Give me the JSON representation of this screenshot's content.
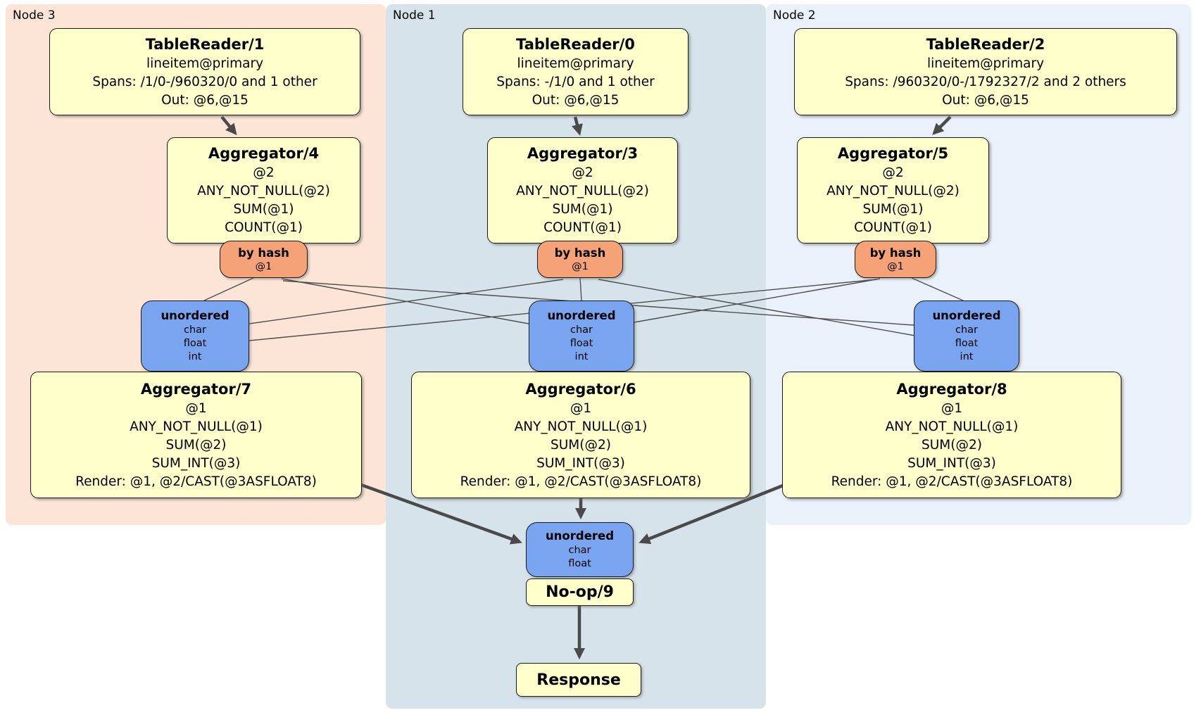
{
  "diagram": {
    "panels": [
      {
        "id": "node3",
        "label": "Node 3",
        "bg": "#fce5d6"
      },
      {
        "id": "node1",
        "label": "Node 1",
        "bg": "#d6e3ea"
      },
      {
        "id": "node2",
        "label": "Node 2",
        "bg": "#eaf1fa"
      }
    ],
    "colors": {
      "processor_box": "#ffffcc",
      "router_box": "#f5a278",
      "sync_box": "#79a4ef",
      "edge": "#4a4a4a"
    },
    "processors": {
      "tr1": {
        "title": "TableReader/1",
        "lines": [
          "lineitem@primary",
          "Spans: /1/0-/960320/0 and 1 other",
          "Out: @6,@15"
        ]
      },
      "tr0": {
        "title": "TableReader/0",
        "lines": [
          "lineitem@primary",
          "Spans: -/1/0 and 1 other",
          "Out: @6,@15"
        ]
      },
      "tr2": {
        "title": "TableReader/2",
        "lines": [
          "lineitem@primary",
          "Spans: /960320/0-/1792327/2 and 2 others",
          "Out: @6,@15"
        ]
      },
      "agg4": {
        "title": "Aggregator/4",
        "lines": [
          "@2",
          "ANY_NOT_NULL(@2)",
          "SUM(@1)",
          "COUNT(@1)"
        ]
      },
      "agg3": {
        "title": "Aggregator/3",
        "lines": [
          "@2",
          "ANY_NOT_NULL(@2)",
          "SUM(@1)",
          "COUNT(@1)"
        ]
      },
      "agg5": {
        "title": "Aggregator/5",
        "lines": [
          "@2",
          "ANY_NOT_NULL(@2)",
          "SUM(@1)",
          "COUNT(@1)"
        ]
      },
      "agg7": {
        "title": "Aggregator/7",
        "lines": [
          "@1",
          "ANY_NOT_NULL(@1)",
          "SUM(@2)",
          "SUM_INT(@3)",
          "Render: @1, @2/CAST(@3ASFLOAT8)"
        ]
      },
      "agg6": {
        "title": "Aggregator/6",
        "lines": [
          "@1",
          "ANY_NOT_NULL(@1)",
          "SUM(@2)",
          "SUM_INT(@3)",
          "Render: @1, @2/CAST(@3ASFLOAT8)"
        ]
      },
      "agg8": {
        "title": "Aggregator/8",
        "lines": [
          "@1",
          "ANY_NOT_NULL(@1)",
          "SUM(@2)",
          "SUM_INT(@3)",
          "Render: @1, @2/CAST(@3ASFLOAT8)"
        ]
      },
      "noop": {
        "title": "No-op/9"
      },
      "response": {
        "title": "Response"
      }
    },
    "routers": {
      "hash4": {
        "title": "by hash",
        "detail": "@1"
      },
      "hash3": {
        "title": "by hash",
        "detail": "@1"
      },
      "hash5": {
        "title": "by hash",
        "detail": "@1"
      }
    },
    "syncs": {
      "un7": {
        "title": "unordered",
        "types": [
          "char",
          "float",
          "int"
        ]
      },
      "un6": {
        "title": "unordered",
        "types": [
          "char",
          "float",
          "int"
        ]
      },
      "un8": {
        "title": "unordered",
        "types": [
          "char",
          "float",
          "int"
        ]
      },
      "unfinal": {
        "title": "unordered",
        "types": [
          "char",
          "float"
        ]
      }
    }
  }
}
